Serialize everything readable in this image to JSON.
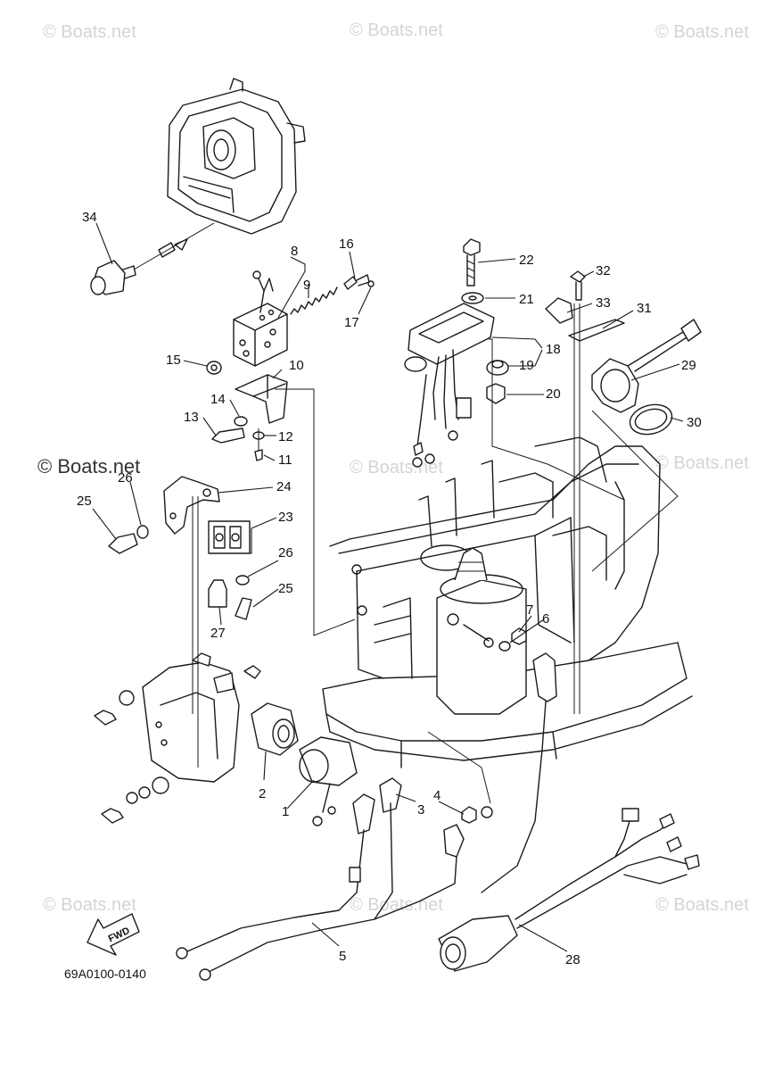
{
  "diagram": {
    "code": "69A0100-0140",
    "fwd_label": "FWD",
    "watermark_main": "© Boats.net",
    "watermark_faint": "© Boats.net"
  },
  "callouts": {
    "c1": "1",
    "c2": "2",
    "c3": "3",
    "c4": "4",
    "c5": "5",
    "c6": "6",
    "c7": "7",
    "c8": "8",
    "c9": "9",
    "c10": "10",
    "c11": "11",
    "c12": "12",
    "c13": "13",
    "c14": "14",
    "c15": "15",
    "c16": "16",
    "c17": "17",
    "c18": "18",
    "c19": "19",
    "c20": "20",
    "c21": "21",
    "c22": "22",
    "c23": "23",
    "c24": "24",
    "c25a": "25",
    "c25b": "25",
    "c26a": "26",
    "c26b": "26",
    "c27": "27",
    "c28": "28",
    "c29": "29",
    "c30": "30",
    "c31": "31",
    "c32": "32",
    "c33": "33",
    "c34": "34"
  }
}
